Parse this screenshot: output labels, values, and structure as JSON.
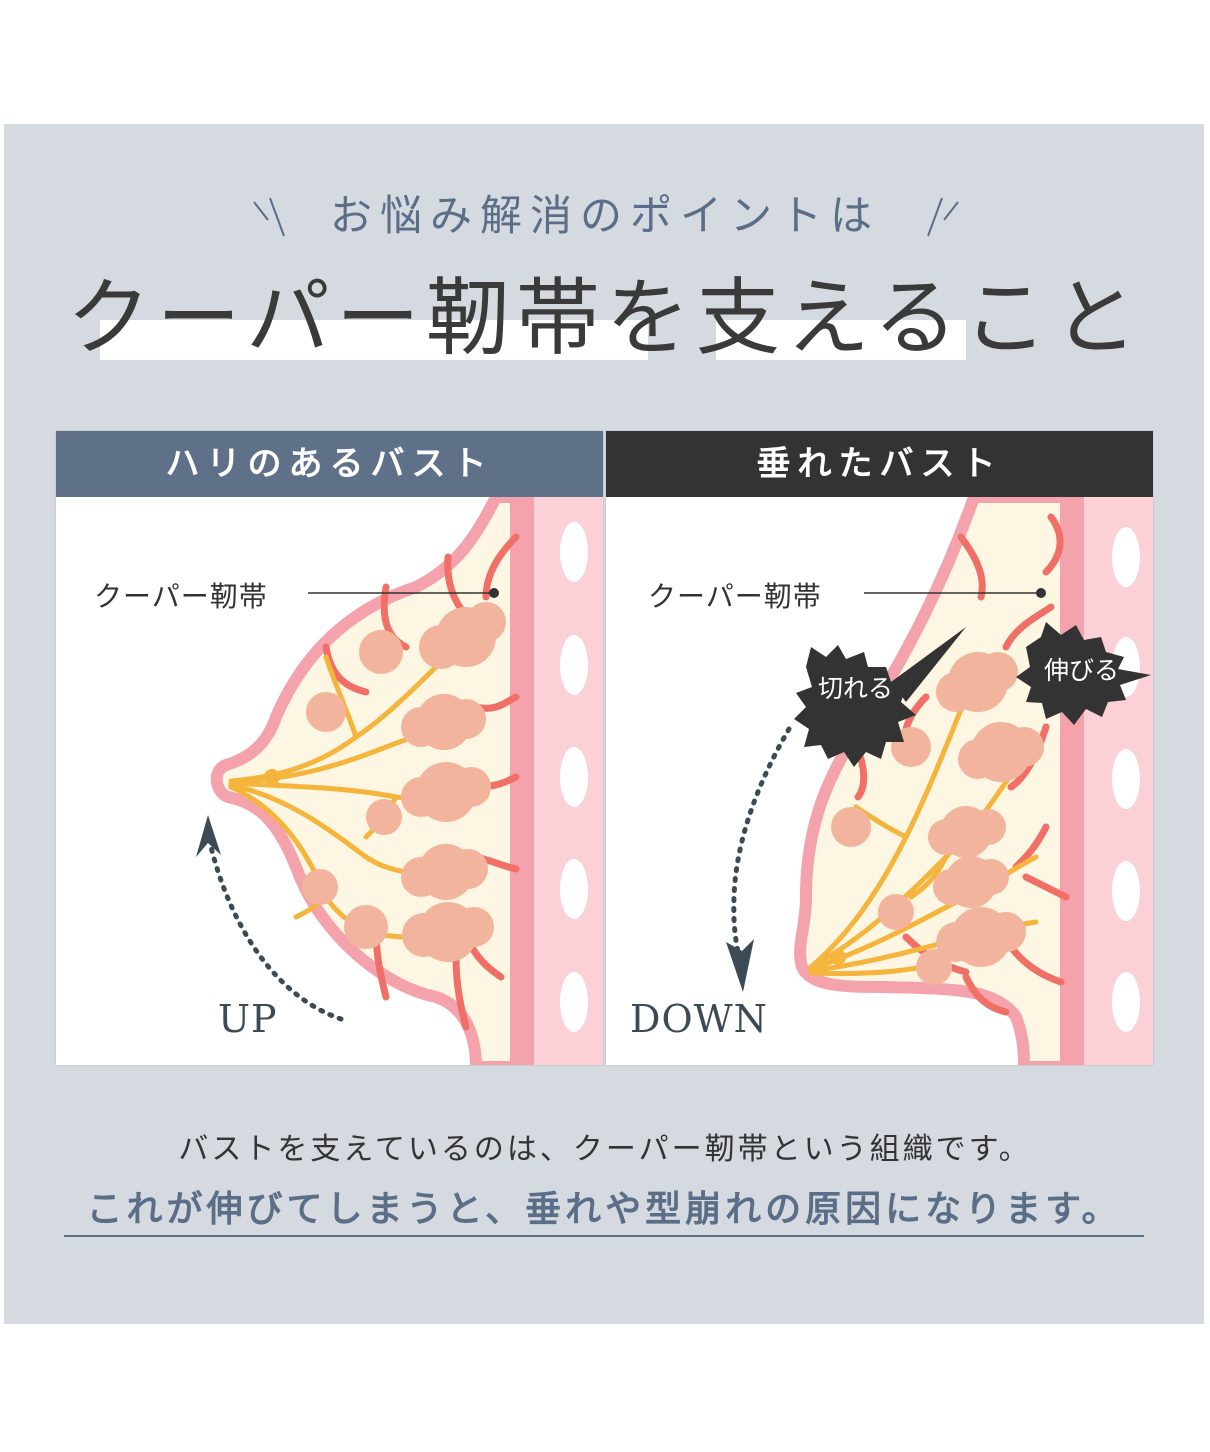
{
  "eyebrow": "お悩み解消のポイントは",
  "headline": {
    "part1": "クーパー靭帯",
    "part2": "を",
    "part3": "支える",
    "part4": "こと"
  },
  "cards": {
    "left": {
      "title": "ハリのあるバスト",
      "ligament_label": "クーパー靭帯",
      "direction": "UP",
      "header_color": "#5f7089"
    },
    "right": {
      "title": "垂れたバスト",
      "ligament_label": "クーパー靭帯",
      "direction": "DOWN",
      "header_color": "#333333",
      "badge_cut": "切れる",
      "badge_stretch": "伸びる"
    }
  },
  "caption": {
    "line1": "バストを支えているのは、クーパー靭帯という組織です。",
    "line2": "これが伸びてしまうと、垂れや型崩れの原因になります。"
  },
  "colors": {
    "panel": "#d5d9e0",
    "accent": "#5b6e87",
    "skin_outline": "#f4a3ad",
    "ligament": "#f07068",
    "duct": "#f5b43c",
    "lobule": "#f2b49c"
  }
}
